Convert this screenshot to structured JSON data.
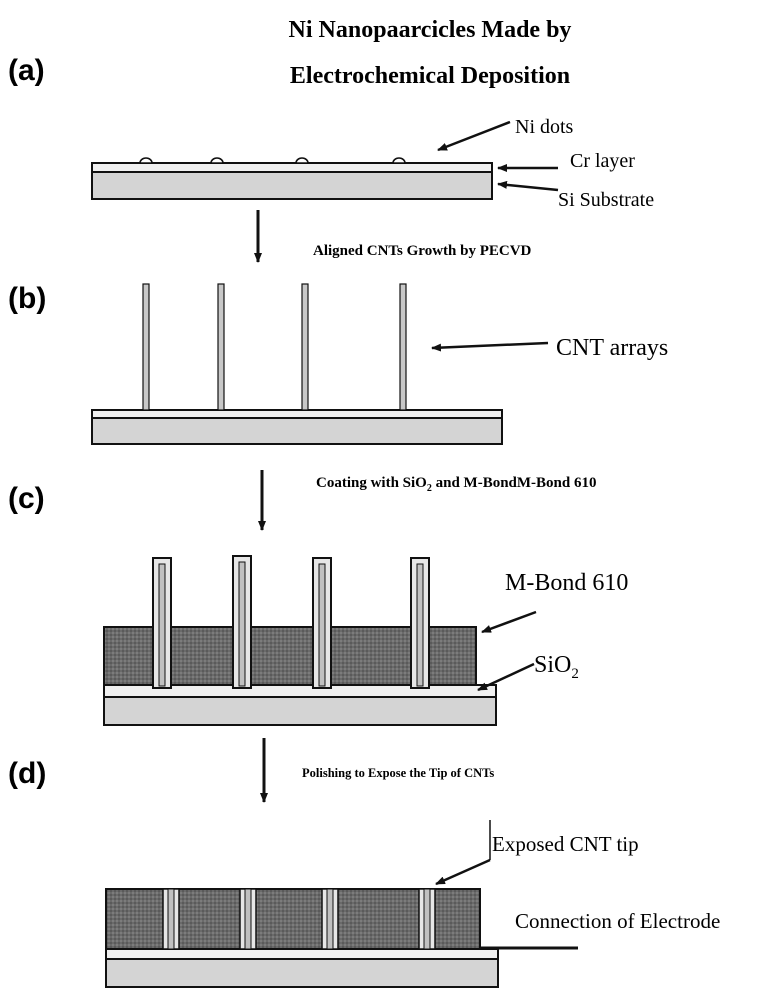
{
  "title": {
    "line1": "Ni Nanopaarcicles Made by",
    "line2": "Electrochemical Deposition"
  },
  "panels": {
    "a": {
      "label": "(a)",
      "callouts": {
        "ni_dots": "Ni dots",
        "cr_layer": "Cr layer",
        "si_substrate": "Si Substrate"
      }
    },
    "b": {
      "label": "(b)",
      "step": "Aligned CNTs Growth by PECVD",
      "callouts": {
        "cnt_arrays": "CNT arrays"
      }
    },
    "c": {
      "label": "(c)",
      "step": {
        "prefix": "Coating with SiO",
        "subscript": "2",
        "suffix": " and M-BondM-Bond 610"
      },
      "callouts": {
        "mbond": "M-Bond 610",
        "sio2_prefix": "SiO",
        "sio2_subscript": "2"
      }
    },
    "d": {
      "label": "(d)",
      "step": "Polishing to Expose the Tip of CNTs",
      "callouts": {
        "exposed_tip": "Exposed CNT tip",
        "connection": "Connection of Electrode"
      }
    }
  },
  "colors": {
    "ink": "#111111",
    "substrate": "#d4d4d4",
    "layer": "#f0f0f0",
    "cnt": "#c8c8c8",
    "bond": "#6e6e6e"
  }
}
